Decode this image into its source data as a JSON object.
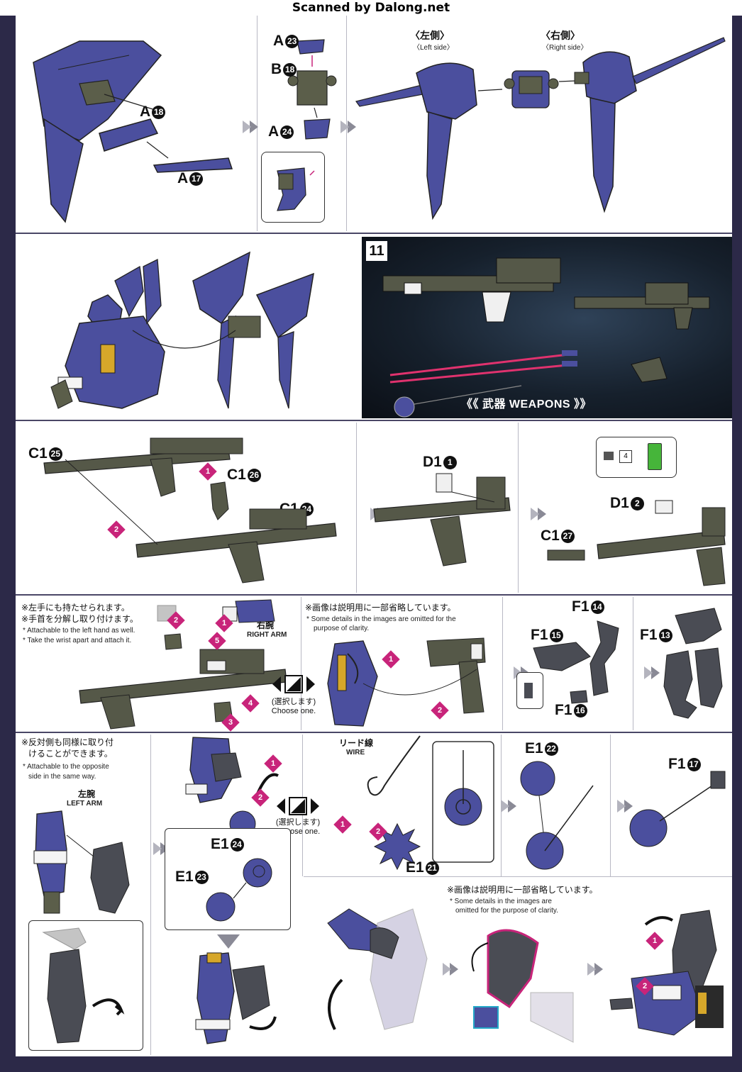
{
  "watermark": "Scanned by Dalong.net",
  "row1": {
    "p1_parts": {
      "a18": {
        "letter": "A",
        "num": "18"
      },
      "a17": {
        "letter": "A",
        "num": "17"
      }
    },
    "p2_parts": {
      "a23": {
        "letter": "A",
        "num": "23"
      },
      "b18": {
        "letter": "B",
        "num": "18"
      },
      "a24": {
        "letter": "A",
        "num": "24"
      }
    },
    "left_jp": "〈左側〉",
    "left_en": "〈Left side〉",
    "right_jp": "〈右側〉",
    "right_en": "〈Right side〉"
  },
  "row2": {
    "step_number": "11",
    "weapons_label": "《《 武器 WEAPONS 》》"
  },
  "row3": {
    "c125": {
      "letter": "C1",
      "num": "25"
    },
    "c126": {
      "letter": "C1",
      "num": "26"
    },
    "c124": {
      "letter": "C1",
      "num": "24"
    },
    "d11": {
      "letter": "D1",
      "num": "1"
    },
    "d12": {
      "letter": "D1",
      "num": "2"
    },
    "c127": {
      "letter": "C1",
      "num": "27"
    },
    "sticker_num": "4",
    "markers": [
      "1",
      "2"
    ]
  },
  "row4": {
    "note1_jp": "※左手にも持たせられます。",
    "note2_jp": "※手首を分解し取り付けます。",
    "note1_en": "* Attachable to the left hand as well.",
    "note2_en": "* Take the wrist apart and attach it.",
    "right_arm_jp": "右腕",
    "right_arm_en": "RIGHT ARM",
    "choose_jp": "(選択します)",
    "choose_en": "Choose one.",
    "omit_jp": "※画像は説明用に一部省略しています。",
    "omit_en1": "* Some details in the images are omitted for the",
    "omit_en2": "purpose of clarity.",
    "f114": {
      "letter": "F1",
      "num": "14"
    },
    "f115": {
      "letter": "F1",
      "num": "15"
    },
    "f113": {
      "letter": "F1",
      "num": "13"
    },
    "f116": {
      "letter": "F1",
      "num": "16"
    },
    "markers": [
      "1",
      "2",
      "3",
      "4",
      "5"
    ]
  },
  "row5": {
    "opp_jp1": "※反対側も同様に取り付",
    "opp_jp2": "けることができます。",
    "opp_en1": "* Attachable to the opposite",
    "opp_en2": "side in the same way.",
    "left_arm_jp": "左腕",
    "left_arm_en": "LEFT ARM",
    "e124": {
      "letter": "E1",
      "num": "24"
    },
    "e123": {
      "letter": "E1",
      "num": "23"
    },
    "choose_jp": "(選択します)",
    "choose_en": "Choose one.",
    "wire_jp": "リード線",
    "wire_en": "WIRE",
    "e121": {
      "letter": "E1",
      "num": "21"
    },
    "e122": {
      "letter": "E1",
      "num": "22"
    },
    "f117": {
      "letter": "F1",
      "num": "17"
    },
    "omit_jp": "※画像は説明用に一部省略しています。",
    "omit_en1": "* Some details in the images are",
    "omit_en2": "omitted for the purpose of clarity."
  },
  "colors": {
    "armor_blue": "#4b4f9e",
    "frame_olive": "#5b5e4a",
    "weapon_gray": "#555848",
    "marker_magenta": "#c8247a",
    "saber_pink": "#e0326e",
    "border_dark": "#4a4766"
  }
}
